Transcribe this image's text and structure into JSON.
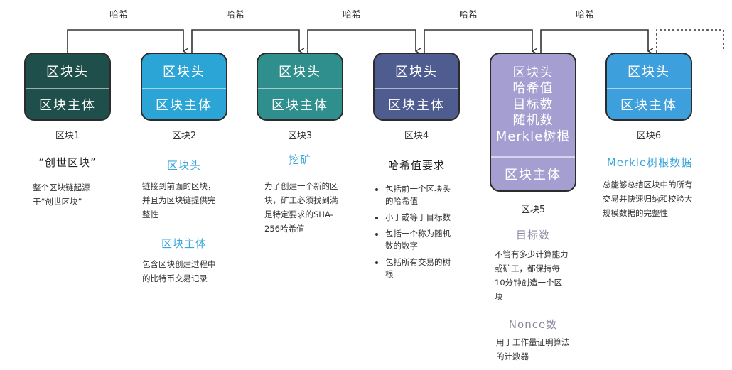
{
  "hash_label": "哈希",
  "blocks": [
    {
      "head": "区块头",
      "body": "区块主体",
      "caption": "区块1"
    },
    {
      "head": "区块头",
      "body": "区块主体",
      "caption": "区块2"
    },
    {
      "head": "区块头",
      "body": "区块主体",
      "caption": "区块3"
    },
    {
      "head": "区块头",
      "body": "区块主体",
      "caption": "区块4"
    },
    {
      "head_lines": [
        "区块头",
        "哈希值",
        "目标数",
        "随机数",
        "Merkle树根"
      ],
      "body": "区块主体",
      "caption": "区块5"
    },
    {
      "head": "区块头",
      "body": "区块主体",
      "caption": "区块6"
    }
  ],
  "genesis": {
    "title": "“创世区块”",
    "text": "整个区块链起源于“创世区块”"
  },
  "col2": {
    "head_title": "区块头",
    "head_text": "链接到前面的区块，并且为区块链提供完整性",
    "body_title": "区块主体",
    "body_text": "包含区块创建过程中的比特币交易记录"
  },
  "col3": {
    "title": "挖矿",
    "text": "为了创建一个新的区块，矿工必须找到满足特定要求的SHA-256哈希值"
  },
  "col4": {
    "title": "哈希值要求",
    "bullets": [
      "包括前一个区块头的哈希值",
      "小于或等于目标数",
      "包括一个称为随机数的数字",
      "包括所有交易的树根"
    ]
  },
  "col5": {
    "target_title": "目标数",
    "target_text": "不管有多少计算能力或矿工，都保持每10分钟创造一个区块",
    "nonce_title": "Nonce数",
    "nonce_text": "用于工作量证明算法的计数器"
  },
  "col6": {
    "title": "Merkle树根数据",
    "text": "总能够总结区块中的所有交易并快速归纳和校验大规模数据的完整性"
  },
  "colors": {
    "block1": "#1f4f4a",
    "block2": "#2aa5d6",
    "block3": "#2f8f8d",
    "block4": "#4e5c8f",
    "block5": "#a59fd1",
    "block6": "#3da0dd",
    "title_blue": "#3aa6db",
    "title_gray": "#8a8aa0"
  }
}
